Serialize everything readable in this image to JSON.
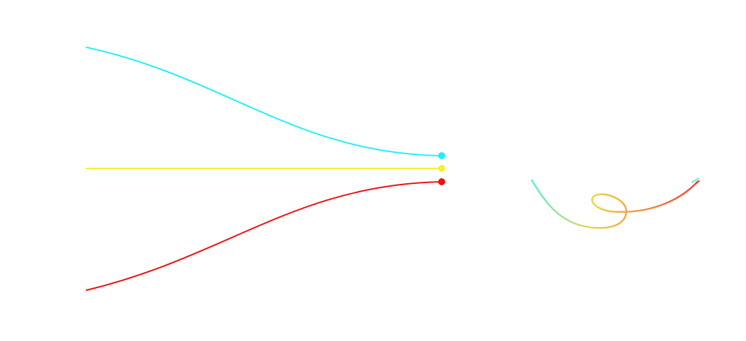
{
  "colors": {
    "background": "#ffffff",
    "cyan": "#1ef0f5",
    "yellow": "#f5f032",
    "red": "#f01010",
    "gradient_start": "#5fe8e0",
    "gradient_mid": "#f0c040",
    "gradient_end": "#f05040"
  },
  "left_diagram": {
    "strands": [
      {
        "name": "cyan-strand",
        "color": "cyan"
      },
      {
        "name": "yellow-strand",
        "color": "yellow"
      },
      {
        "name": "red-strand",
        "color": "red"
      }
    ]
  },
  "right_diagram": {
    "description_color_stops": [
      "gradient_start",
      "gradient_mid",
      "gradient_end"
    ]
  }
}
